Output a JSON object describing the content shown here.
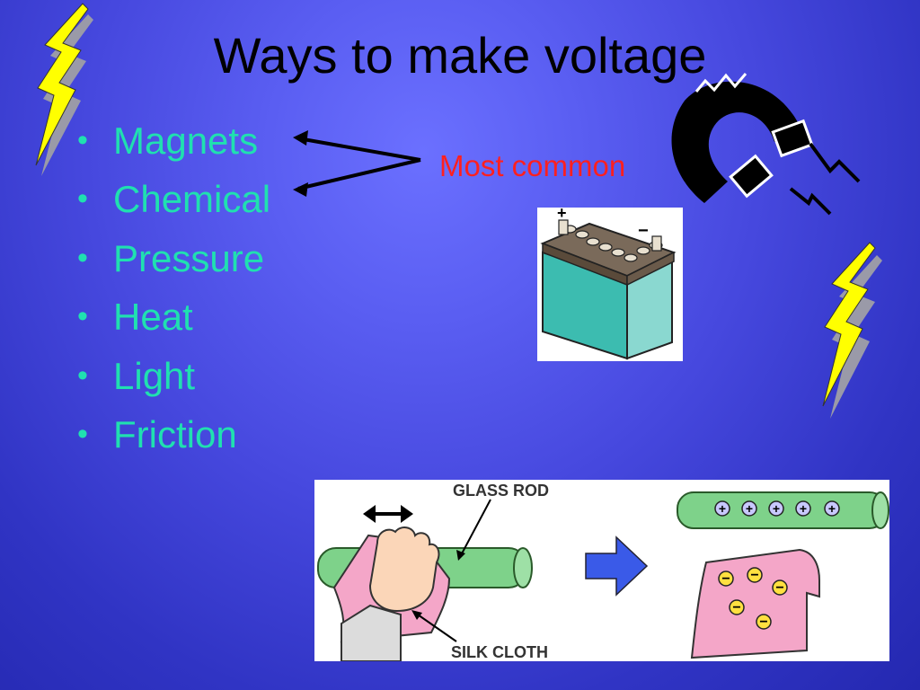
{
  "slide": {
    "title": "Ways to make voltage",
    "bullets": [
      "Magnets",
      "Chemical",
      "Pressure",
      "Heat",
      "Light",
      "Friction"
    ],
    "annotation": "Most common"
  },
  "friction_figure": {
    "rod_label": "GLASS ROD",
    "cloth_label": "SILK CLOTH",
    "positive_sign": "+",
    "negative_sign": "−"
  },
  "battery_figure": {
    "positive_terminal": "+",
    "negative_terminal": "−"
  },
  "colors": {
    "bullet_text": "#20e0b0",
    "annotation": "#ff2020",
    "lightning": "#ffff00"
  }
}
